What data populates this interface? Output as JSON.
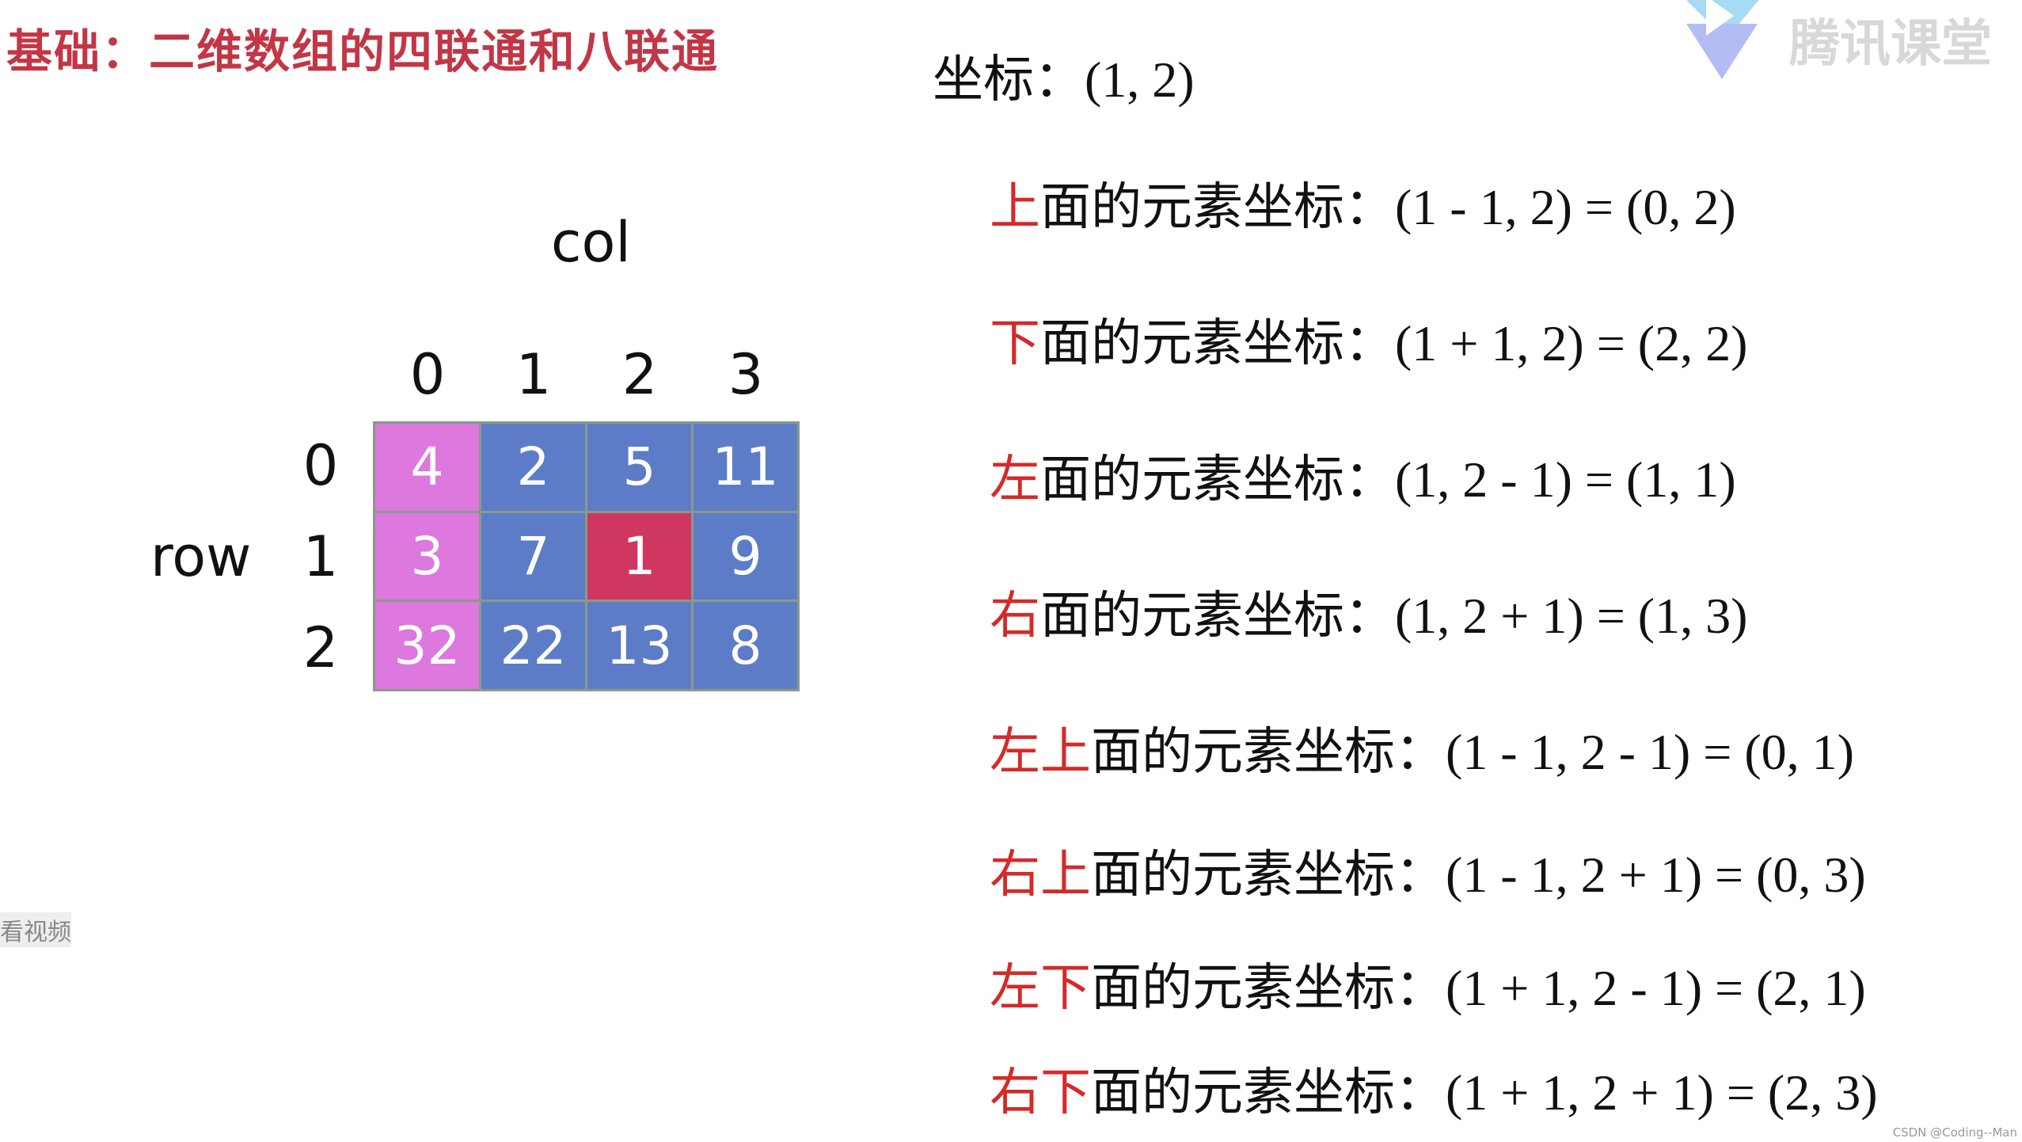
{
  "title": "基础：二维数组的四联通和八联通",
  "logo": {
    "name": "腾讯课堂",
    "icon": "play-triangle-logo"
  },
  "coord_text": "坐标：(1, 2)",
  "grid": {
    "col_label": "col",
    "row_label": "row",
    "col_headers": [
      "0",
      "1",
      "2",
      "3"
    ],
    "row_headers": [
      "0",
      "1",
      "2"
    ],
    "rows": [
      [
        "4",
        "2",
        "5",
        "11"
      ],
      [
        "3",
        "7",
        "1",
        "9"
      ],
      [
        "32",
        "22",
        "13",
        "8"
      ]
    ],
    "colors": {
      "pink": "#dc78de",
      "blue": "#5d7cc8",
      "highlight": "#cf3761"
    }
  },
  "lines": [
    {
      "dir": "上",
      "text": "面的元素坐标：(1 - 1, 2) = (0, 2)"
    },
    {
      "dir": "下",
      "text": "面的元素坐标：(1 + 1, 2) = (2, 2)"
    },
    {
      "dir": "左",
      "text": "面的元素坐标：(1, 2 - 1) = (1, 1)"
    },
    {
      "dir": "右",
      "text": "面的元素坐标：(1, 2 + 1) = (1, 3)"
    },
    {
      "dir": "左上",
      "text": "面的元素坐标：(1 - 1, 2 - 1) = (0, 1)"
    },
    {
      "dir": "右上",
      "text": "面的元素坐标：(1 - 1, 2 + 1) = (0, 3)"
    },
    {
      "dir": "左下",
      "text": "面的元素坐标：(1 + 1, 2 - 1) = (2, 1)"
    },
    {
      "dir": "右下",
      "text": "面的元素坐标：(1 + 1, 2 + 1) = (2, 3)"
    }
  ],
  "side_text": "看视频",
  "watermark": "CSDN @Coding--Man"
}
